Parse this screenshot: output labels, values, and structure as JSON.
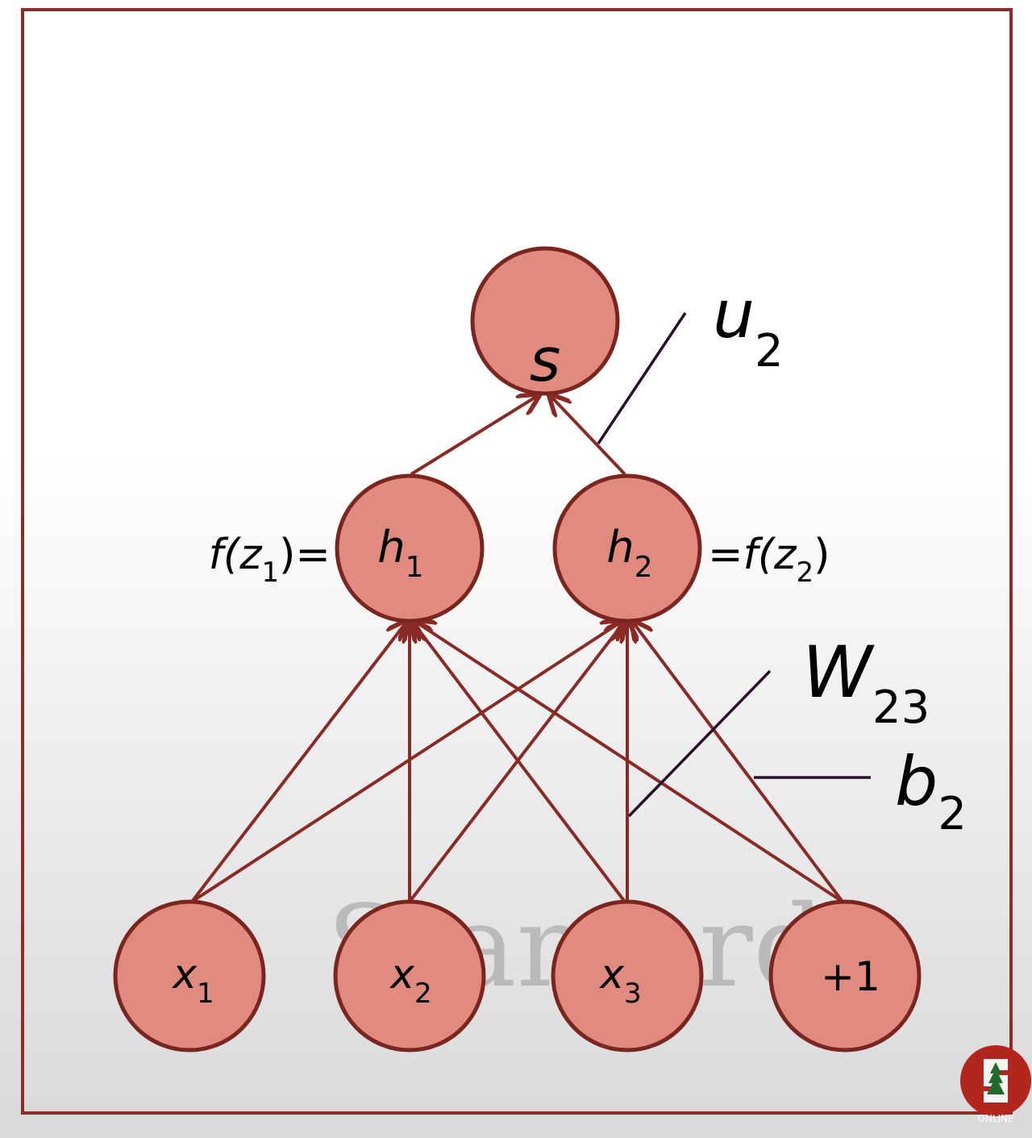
{
  "watermark": "Stanford",
  "nodes": {
    "s": "s",
    "h1": {
      "main": "h",
      "sub": "1"
    },
    "h2": {
      "main": "h",
      "sub": "2"
    },
    "x1": {
      "main": "x",
      "sub": "1"
    },
    "x2": {
      "main": "x",
      "sub": "2"
    },
    "x3": {
      "main": "x",
      "sub": "3"
    },
    "bias": "+1"
  },
  "labels": {
    "f_z1": {
      "pre": "f(z",
      "sub": "1",
      "post": ")="
    },
    "f_z2": {
      "pre": "=f(z",
      "sub": "2",
      "post": ")"
    },
    "u2": {
      "main": "u",
      "sub": "2"
    },
    "w23": {
      "main": "W",
      "sub": "23"
    },
    "b2": {
      "main": "b",
      "sub": "2"
    }
  },
  "logo": {
    "text": "ONLINE",
    "color": "#b3261e"
  }
}
